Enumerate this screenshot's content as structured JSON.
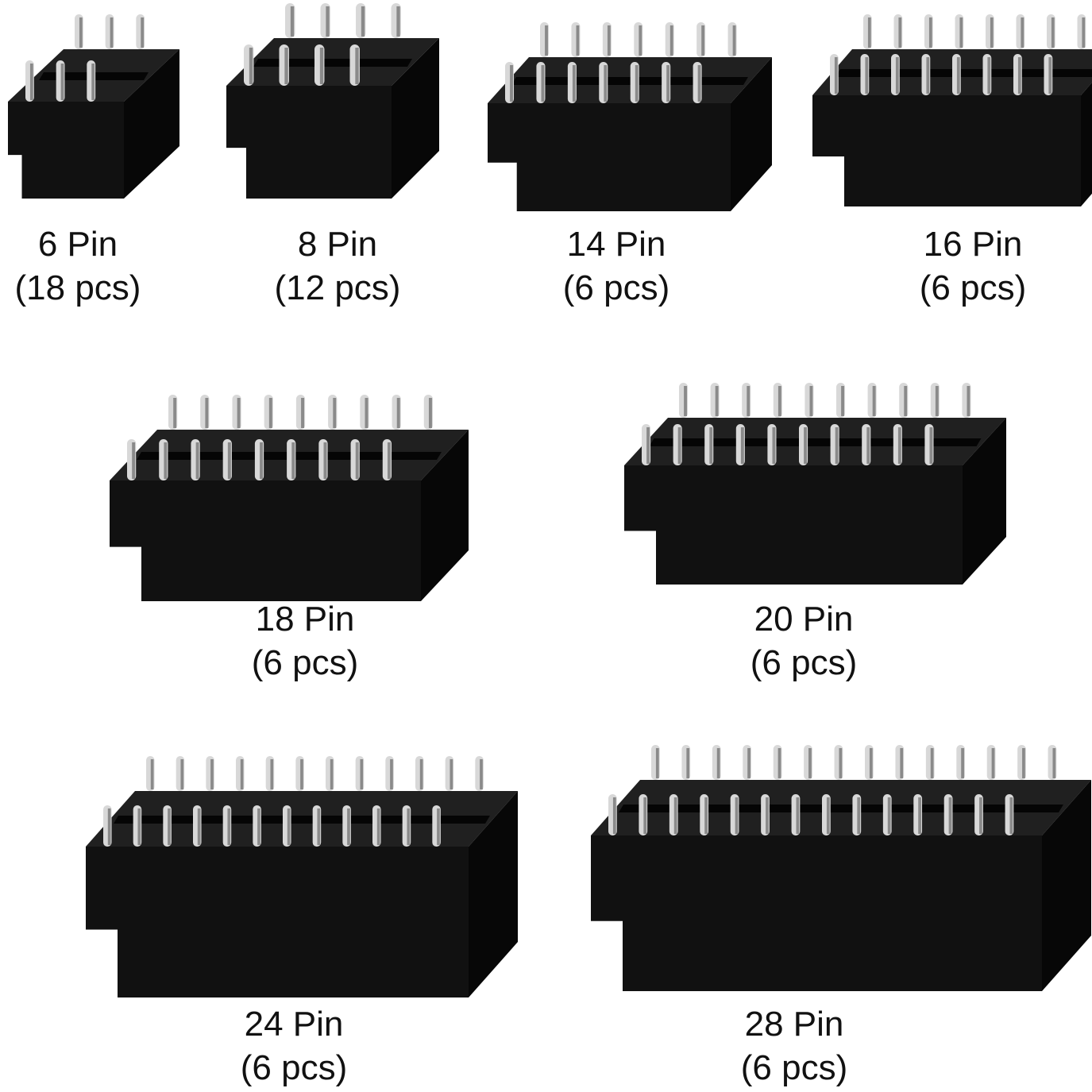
{
  "colors": {
    "background": "#ffffff",
    "body_top": "#202020",
    "body_front": "#111111",
    "body_side": "#070707",
    "slot": "#050505",
    "pin": "#d8d8d8",
    "pin_shade": "#8a8a8a",
    "text": "#111111"
  },
  "sockets": [
    {
      "id": "6",
      "pins": 6,
      "title": "6 Pin",
      "qty": "(18 pcs)"
    },
    {
      "id": "8",
      "pins": 8,
      "title": "8 Pin",
      "qty": "(12 pcs)"
    },
    {
      "id": "14",
      "pins": 14,
      "title": "14 Pin",
      "qty": "(6 pcs)"
    },
    {
      "id": "16",
      "pins": 16,
      "title": "16 Pin",
      "qty": "(6 pcs)"
    },
    {
      "id": "18",
      "pins": 18,
      "title": "18 Pin",
      "qty": "(6 pcs)"
    },
    {
      "id": "20",
      "pins": 20,
      "title": "20 Pin",
      "qty": "(6 pcs)"
    },
    {
      "id": "24",
      "pins": 24,
      "title": "24 Pin",
      "qty": "(6 pcs)"
    },
    {
      "id": "28",
      "pins": 28,
      "title": "28 Pin",
      "qty": "(6 pcs)"
    }
  ]
}
